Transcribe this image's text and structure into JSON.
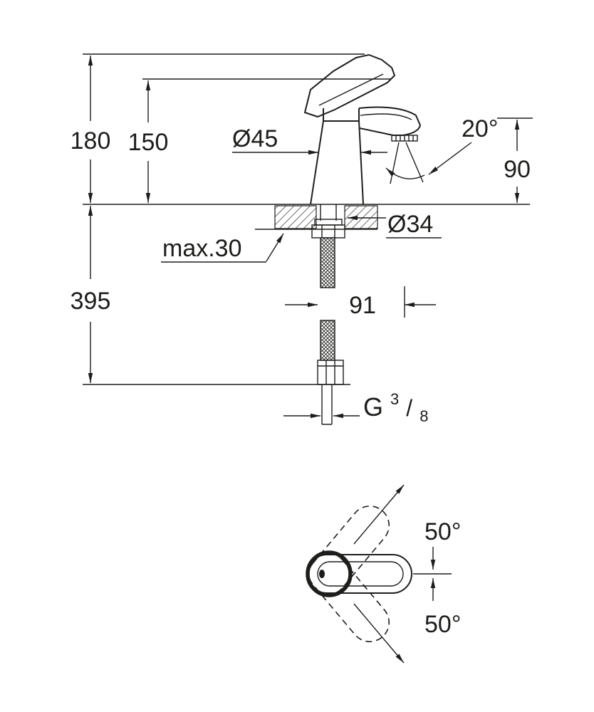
{
  "colors": {
    "ink": "#1d1d1b",
    "background": "#ffffff"
  },
  "side_view": {
    "height_total": "180",
    "handle_height": "150",
    "body_diameter": "Ø45",
    "stream_angle": "20°",
    "spout_height": "90",
    "hole_diameter": "Ø34",
    "max_mounting_thickness": "max.30",
    "hose_length": "395",
    "spout_reach": "91",
    "thread": {
      "prefix": "G",
      "numerator": "3",
      "slash": "/",
      "denominator": "8"
    }
  },
  "top_view": {
    "swivel_angle_upper": "50°",
    "swivel_angle_lower": "50°"
  }
}
